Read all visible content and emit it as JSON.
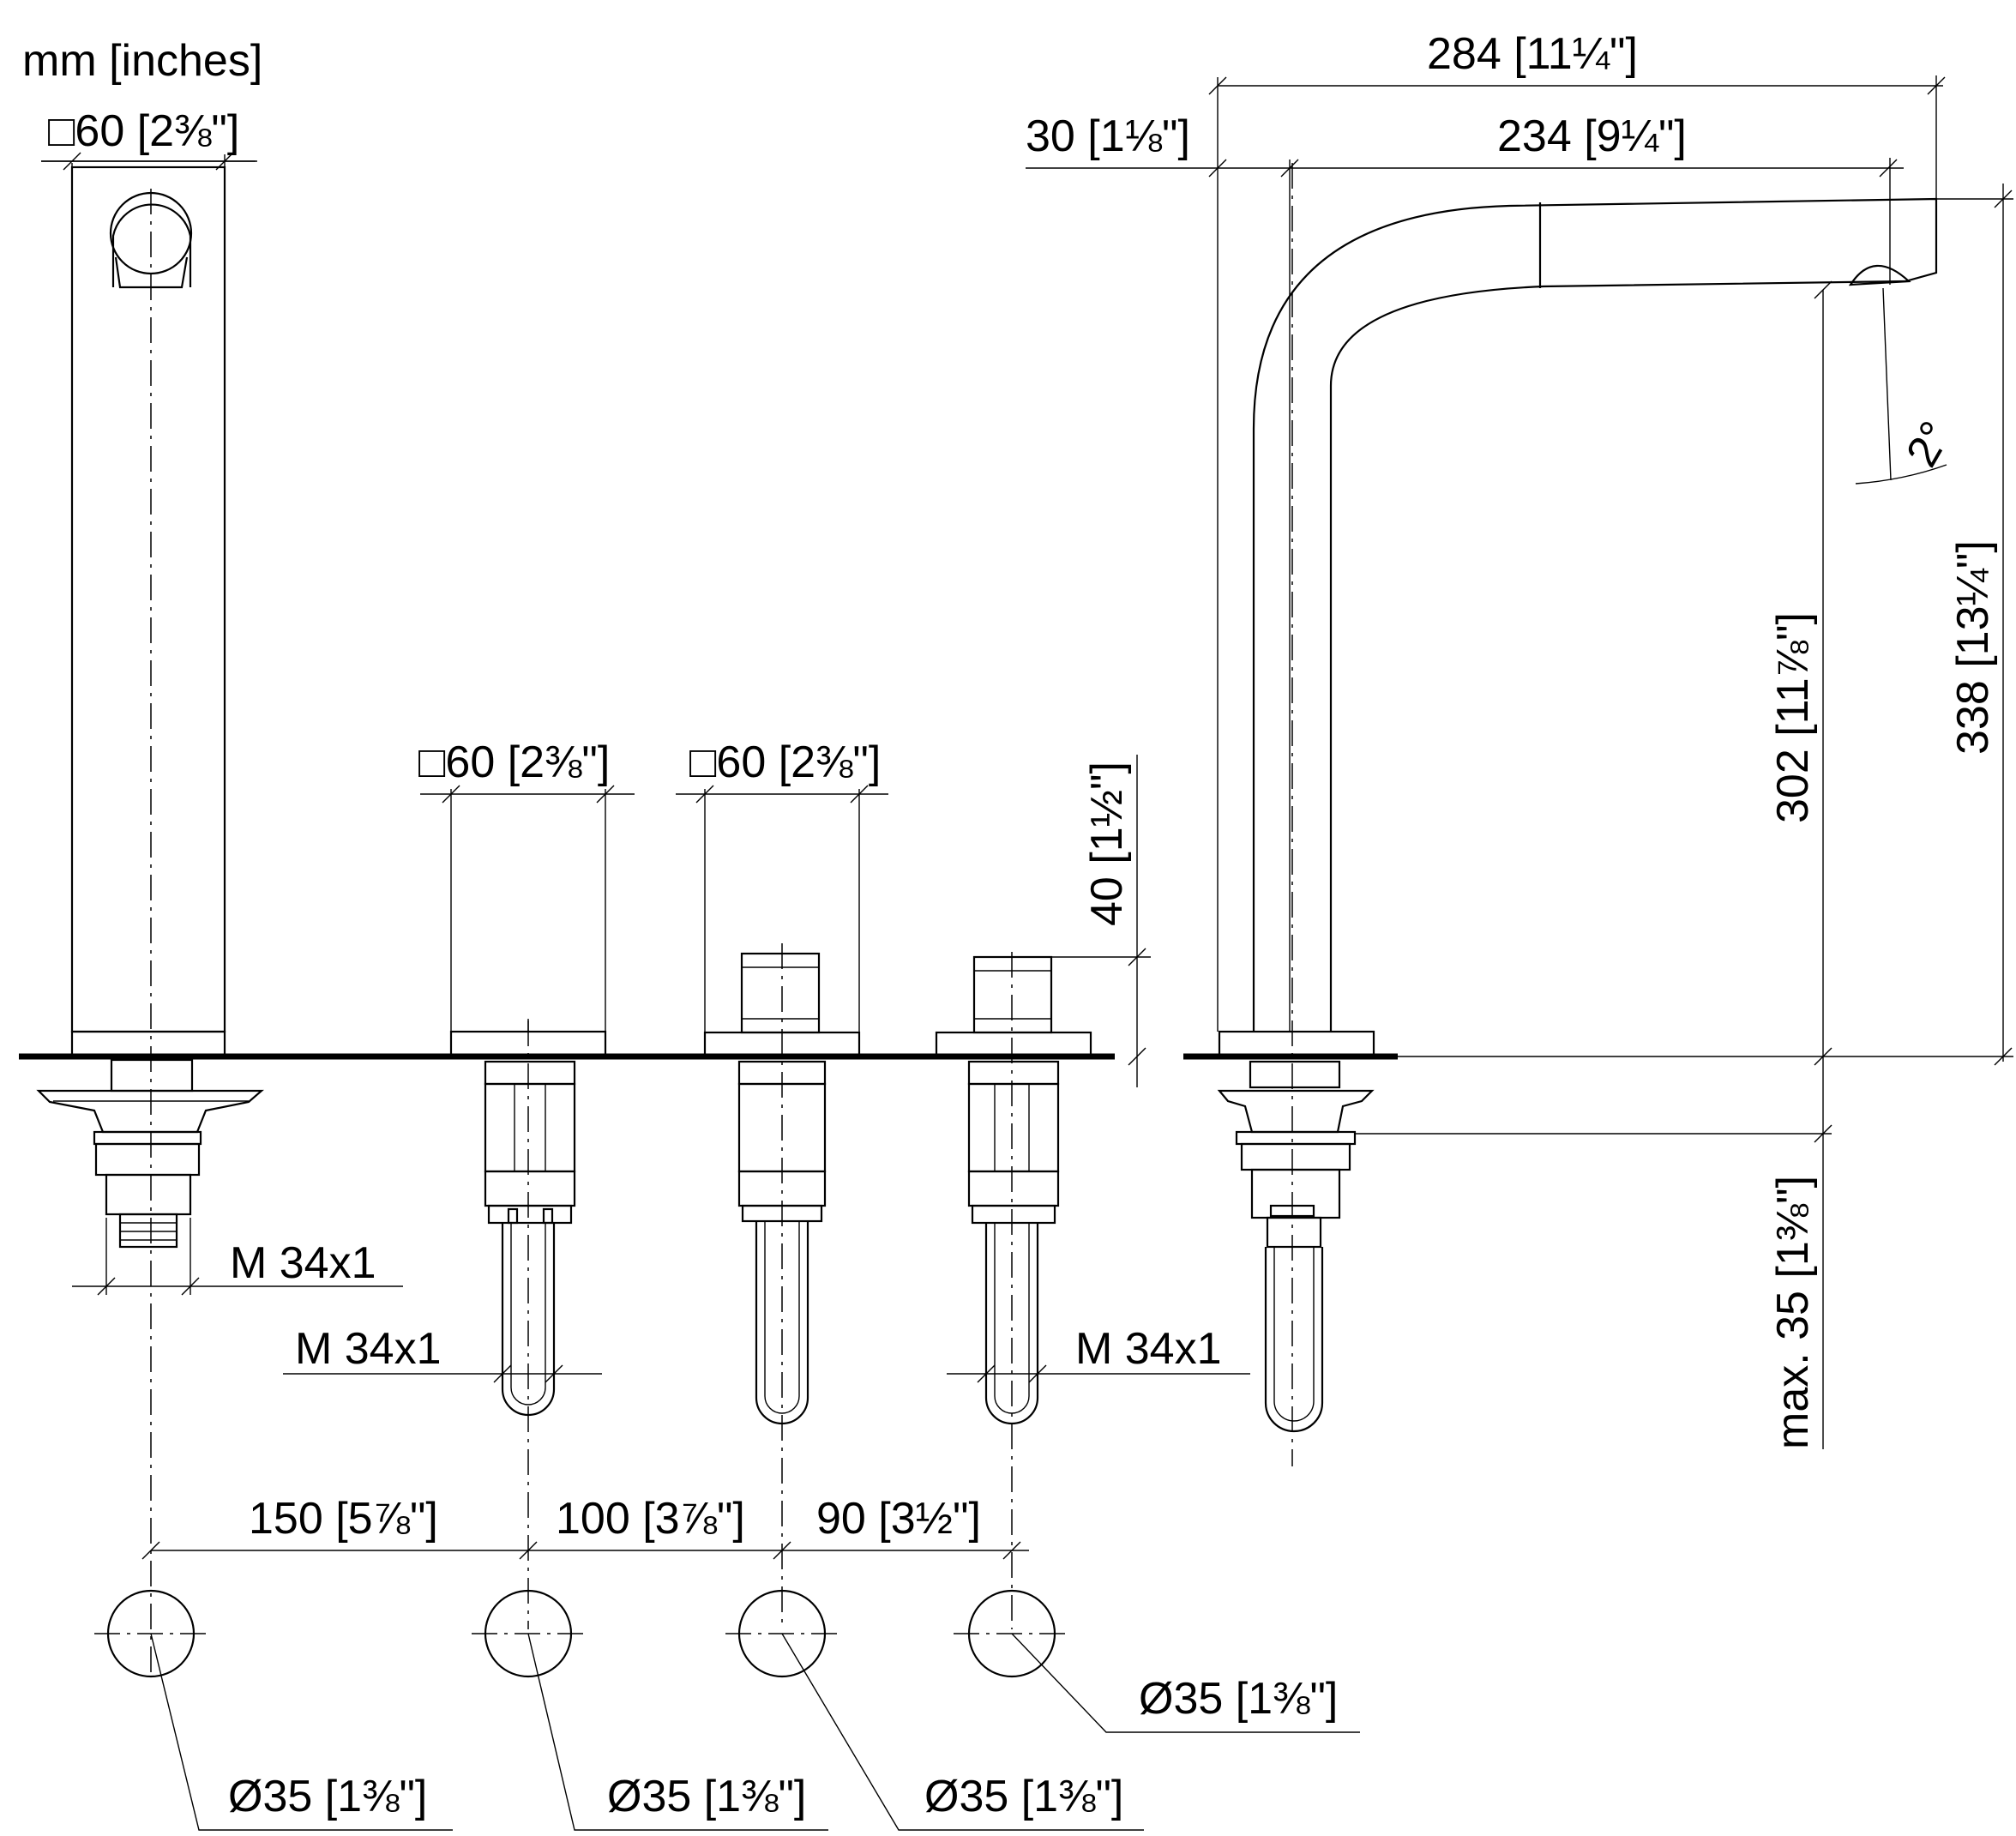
{
  "units_label": "mm [inches]",
  "top_square": "□60 [2⅜\"]",
  "valve_squares": [
    "□60 [2⅜\"]",
    "□60 [2⅜\"]"
  ],
  "height_40": "40 [1½\"]",
  "threads": [
    "M 34x1",
    "M 34x1",
    "M 34x1"
  ],
  "spacings": [
    "150 [5⅞\"]",
    "100 [3⅞\"]",
    "90 [3½\"]"
  ],
  "holes": [
    "Ø35 [1⅜\"]",
    "Ø35 [1⅜\"]",
    "Ø35 [1⅜\"]",
    "Ø35 [1⅜\"]"
  ],
  "spout": {
    "projection_total": "284 [11¼\"]",
    "projection": "234 [9¼\"]",
    "offset": "30 [1⅛\"]",
    "angle": "2°",
    "height_outlet": "302 [11⅞\"]",
    "height_total": "338 [13¼\"]",
    "max_deck": "max. 35 [1⅜\"]"
  }
}
